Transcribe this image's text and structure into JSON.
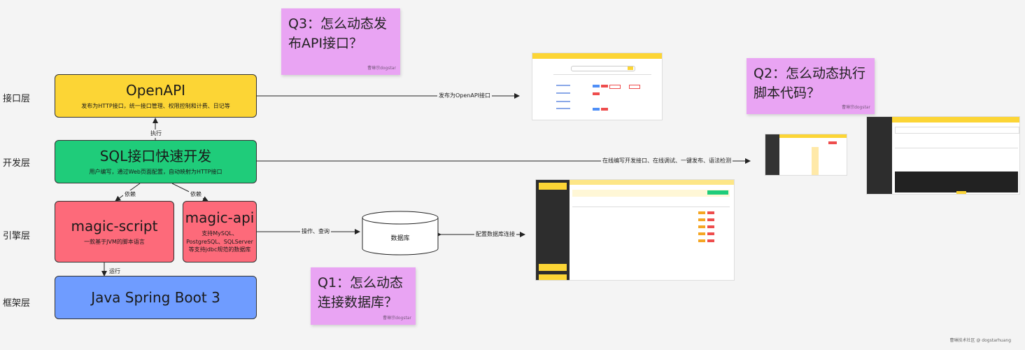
{
  "layers": [
    {
      "id": "api",
      "label": "接口层"
    },
    {
      "id": "dev",
      "label": "开发层"
    },
    {
      "id": "engine",
      "label": "引擎层"
    },
    {
      "id": "framework",
      "label": "框架层"
    }
  ],
  "boxes": {
    "openapi": {
      "title": "OpenAPI",
      "sub": "发布为HTTP接口，统一接口管理、权限控制和计费、日记等",
      "color": "#fcd535"
    },
    "sql_dev": {
      "title": "SQL接口快速开发",
      "sub": "用户编写，通过Web页面配置，自动映射为HTTP接口",
      "color": "#1fcc7a"
    },
    "magic_script": {
      "title": "magic-script",
      "sub": "一款基于JVM的脚本语言",
      "color": "#fd6a7a"
    },
    "magic_api": {
      "title": "magic-api",
      "sub_lines": [
        "支持MySQL、",
        "PostgreSQL、SQLServer",
        "等支持jdbc规范的数据库"
      ],
      "color": "#fd6a7a"
    },
    "spring": {
      "title": "Java Spring Boot 3",
      "color": "#6f9cff"
    },
    "database": {
      "title": "数据库"
    }
  },
  "edges": {
    "execute": "执行",
    "depend1": "依赖",
    "depend2": "依赖",
    "run": "运行",
    "operate_query": "操作、查询",
    "config_db": "配置数据库连接",
    "publish_openapi": "发布为OpenAPI接口",
    "online_dev": "在线编写开发接口、在线调试、一键发布、语法检测"
  },
  "notes": {
    "q3": {
      "lines": [
        "Q3：怎么动态发",
        "布API接口？"
      ],
      "credit": "曹琳宗dogstar"
    },
    "q2": {
      "lines": [
        "Q2：怎么动态执行",
        "脚本代码？"
      ],
      "credit": "曹琳宗dogstar"
    },
    "q1": {
      "lines": [
        "Q1：怎么动态",
        "连接数据库？"
      ],
      "credit": "曹琳宗dogstar"
    }
  },
  "footer": "曹琳技术社区 @ dogstarhuang",
  "colors": {
    "note": "#e9a4f3",
    "background": "#f4f4f4",
    "accent": "#fcd535"
  }
}
